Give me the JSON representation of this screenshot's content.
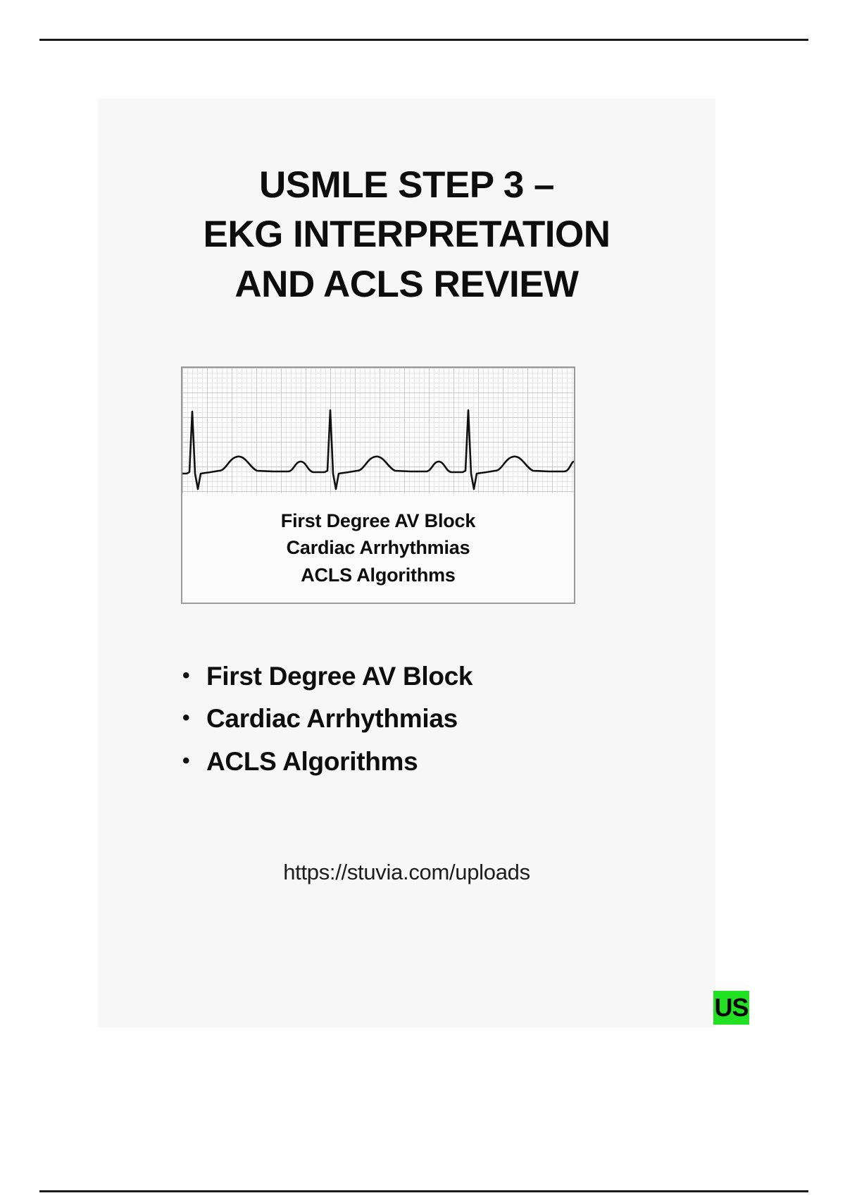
{
  "page": {
    "background_color": "#ffffff",
    "panel_color": "#f7f7f7",
    "rule_color": "#1a1a1a"
  },
  "slide": {
    "title": "USMLE STEP 3 –\nEKG INTERPRETATION\nAND ACLS REVIEW",
    "title_lines": [
      "USMLE STEP 3 –",
      "EKG INTERPRETATION",
      "AND ACLS REVIEW"
    ]
  },
  "ekg_figure": {
    "caption_lines": [
      "First Degree AV Block",
      "Cardiac Arrhythmias",
      "ACLS Algorithms"
    ],
    "grid_minor_color": "#e6e6e6",
    "grid_major_color": "#c9c9c9",
    "trace_color": "#111111",
    "rhythm_name": "First Degree AV Block"
  },
  "bullets": [
    {
      "marker": "•",
      "label": "First Degree AV Block"
    },
    {
      "marker": "•",
      "label": "Cardiac Arrhythmias"
    },
    {
      "marker": "•",
      "label": "ACLS Algorithms"
    }
  ],
  "footer": {
    "url": "https://stuvia.com/uploads"
  },
  "badge": {
    "label": "US",
    "background_color": "#22e022",
    "text_color": "#050505"
  }
}
